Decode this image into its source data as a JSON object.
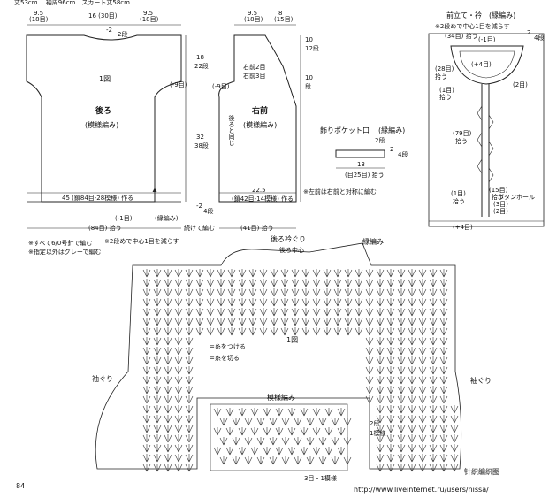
{
  "top_partial": "丈53cm 　袖周96cm　スカート丈58cm",
  "back": {
    "dim_left": "9.5",
    "dim_left_st": "(18目)",
    "dim_mid": "16 (30目)",
    "dim_right": "9.5",
    "dim_right_st": "(18目)",
    "neck_dec": "-2",
    "neck_rows": "2段",
    "fig": "1図",
    "title": "後ろ",
    "pattern": "(模様編み)",
    "side_dec": "(-9目)",
    "h1": "18",
    "h1_rows": "22段",
    "h2": "32",
    "h2_rows": "38段",
    "base": "45 (鎖84目-28模様) 作る",
    "dec": "(-1目)",
    "edging": "(縁編み)",
    "pick": "(84目) 拾う"
  },
  "front": {
    "dim_left": "9.5",
    "dim_left_st": "(18目)",
    "dim_right": "8",
    "dim_right_st": "(15目)",
    "neck1": "10",
    "neck1_rows": "12段",
    "neck2": "10",
    "neck2_rows": "段",
    "note1": "右前2目",
    "note2": "右前3目",
    "side_dec": "(-9目)",
    "side_same": "後ろと同じ",
    "title": "右前",
    "pattern": "(模様編み)",
    "width": "22.5",
    "base": "(鎖42目-14模様) 作る",
    "hem_dec": "-2",
    "hem_rows": "4段",
    "join": "続けて編む",
    "pick": "(41目) 拾う"
  },
  "pocket": {
    "title": "飾りポケット口",
    "type": "(縁編み)",
    "rows": "2段",
    "dim_a": "2",
    "dim_a_rows": "4段",
    "width": "13",
    "pick": "(目25目) 拾う",
    "note": "※左前は右前と対称に編む"
  },
  "band": {
    "title": "前立て・衿",
    "type": "(縁編み)",
    "note": "※2段めで中心1目を減らす",
    "pick_top": "(34目) 拾う",
    "dec": "(-1目)",
    "rows_top": "2",
    "rows_top2": "4段",
    "inc": "(+4目)",
    "pick_28": "(28目)",
    "pick_28b": "拾う",
    "pick_1": "(1目)",
    "pick_1b": "拾う",
    "two": "(2目)",
    "pick_79": "(79目)",
    "pick_79b": "拾う",
    "pick_15": "(15目)",
    "pick_15b": "拾う",
    "btn": "ボタンホール",
    "btn_3": "(3目)",
    "btn_2": "(2目)",
    "pick_1c": "(1目)",
    "pick_1cb": "拾う",
    "inc_bottom": "(+4目)"
  },
  "notes": {
    "n1": "※すべて6/0号針で編む",
    "n2": "※2段めで中心1目を減らす",
    "n3": "※指定以外はグレーで編む"
  },
  "chart": {
    "neck_label": "後ろ衿ぐり",
    "center": "後ろ中心",
    "edging": "縁編み",
    "fig": "1図",
    "legend_attach": "=糸をつける",
    "legend_cut": "=糸を切る",
    "armhole_left": "袖ぐり",
    "armhole_right": "袖ぐり",
    "pattern_title": "模様編み",
    "rep_rows": "2段",
    "rep_one": "1模様",
    "rep_bottom": "3目・1模様",
    "page_no": "84"
  },
  "watermark": "http://www.liveinternet.ru/users/nissa/",
  "logo_text": "针织编织图"
}
